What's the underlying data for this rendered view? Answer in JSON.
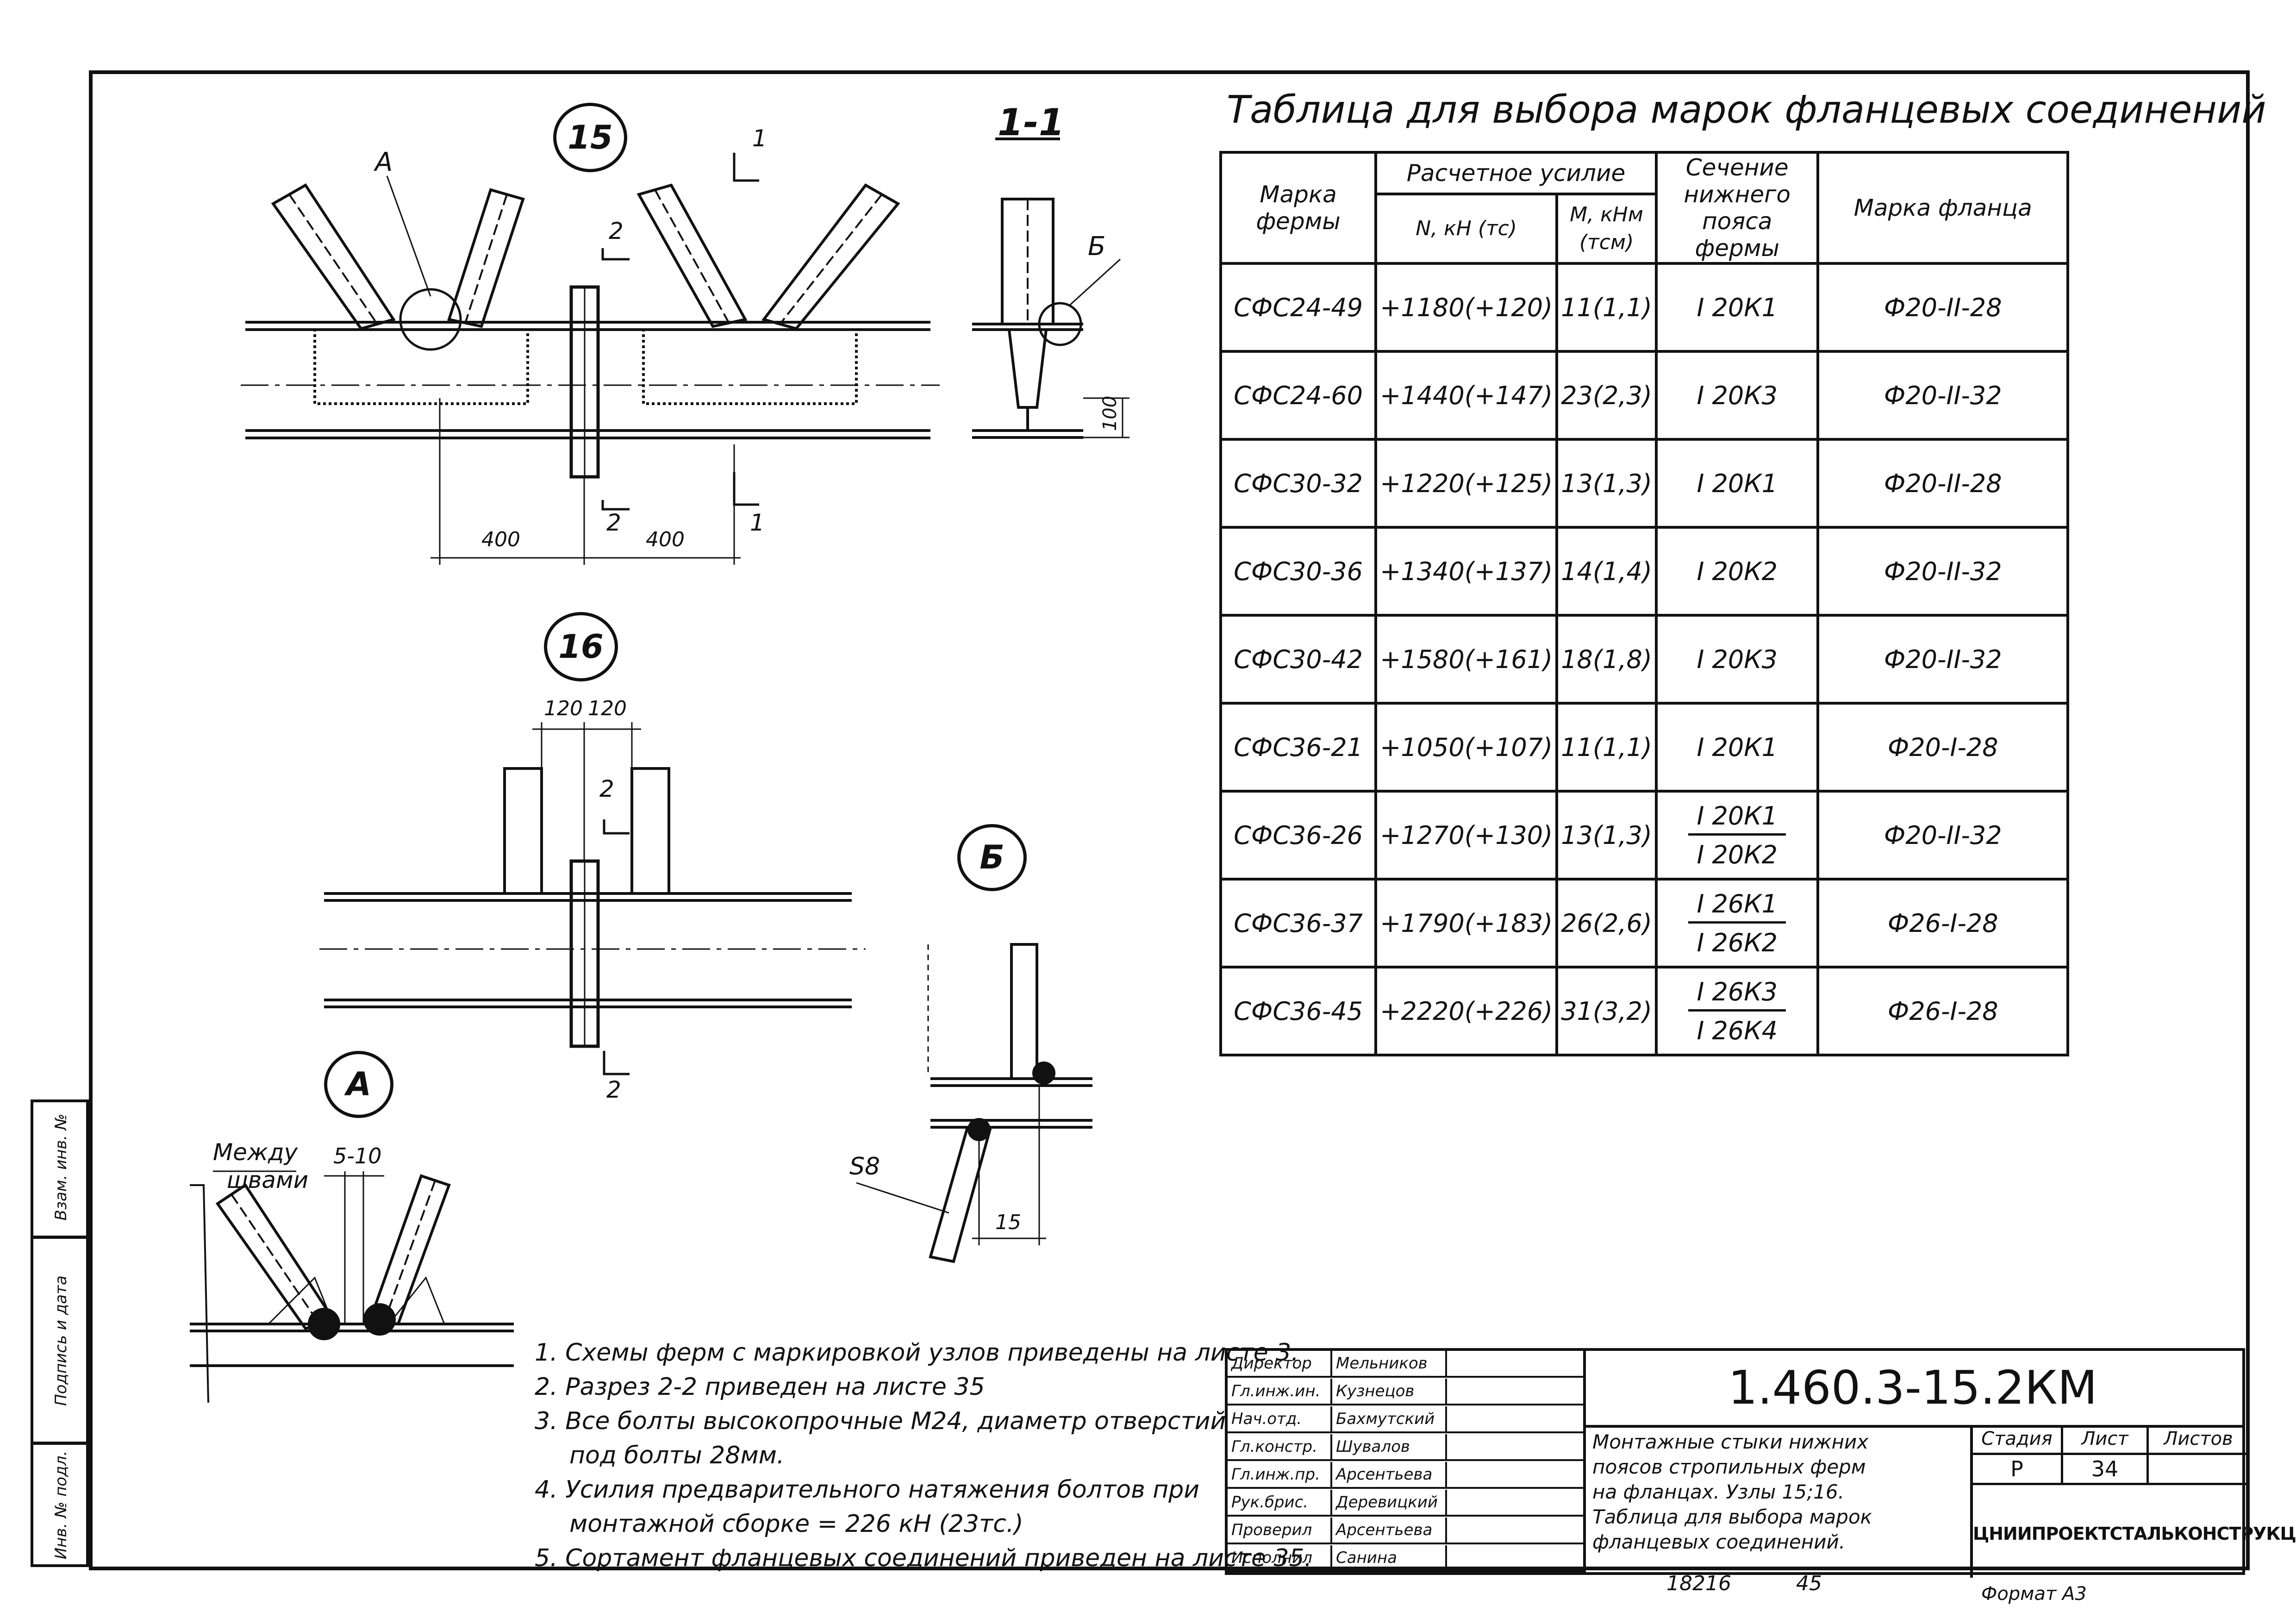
{
  "table": {
    "title": "Таблица для выбора марок фланцевых соединений",
    "headers": {
      "truss_mark": "Марка фермы",
      "design_force": "Расчетное усилие",
      "n_force": "N, кН (тс)",
      "moment": "М, кНм (тсм)",
      "section": "Сечение нижнего пояса фермы",
      "flange_mark": "Марка фланца"
    },
    "rows": [
      {
        "mark": "СФС24-49",
        "n": "+1180(+120)",
        "m": "11(1,1)",
        "sec_top": "I 20К1",
        "sec_bot": "",
        "flange": "Ф20-II-28"
      },
      {
        "mark": "СФС24-60",
        "n": "+1440(+147)",
        "m": "23(2,3)",
        "sec_top": "I 20К3",
        "sec_bot": "",
        "flange": "Ф20-II-32"
      },
      {
        "mark": "СФС30-32",
        "n": "+1220(+125)",
        "m": "13(1,3)",
        "sec_top": "I 20К1",
        "sec_bot": "",
        "flange": "Ф20-II-28"
      },
      {
        "mark": "СФС30-36",
        "n": "+1340(+137)",
        "m": "14(1,4)",
        "sec_top": "I 20К2",
        "sec_bot": "",
        "flange": "Ф20-II-32"
      },
      {
        "mark": "СФС30-42",
        "n": "+1580(+161)",
        "m": "18(1,8)",
        "sec_top": "I 20К3",
        "sec_bot": "",
        "flange": "Ф20-II-32"
      },
      {
        "mark": "СФС36-21",
        "n": "+1050(+107)",
        "m": "11(1,1)",
        "sec_top": "I 20К1",
        "sec_bot": "",
        "flange": "Ф20-I-28"
      },
      {
        "mark": "СФС36-26",
        "n": "+1270(+130)",
        "m": "13(1,3)",
        "sec_top": "I 20К1",
        "sec_bot": "I 20К2",
        "flange": "Ф20-II-32"
      },
      {
        "mark": "СФС36-37",
        "n": "+1790(+183)",
        "m": "26(2,6)",
        "sec_top": "I 26К1",
        "sec_bot": "I 26К2",
        "flange": "Ф26-I-28"
      },
      {
        "mark": "СФС36-45",
        "n": "+2220(+226)",
        "m": "31(3,2)",
        "sec_top": "I 26К3",
        "sec_bot": "I 26К4",
        "flange": "Ф26-I-28"
      }
    ]
  },
  "drawings": {
    "node15": "15",
    "node16": "16",
    "section11": "1-1",
    "callout_a": "А",
    "callout_b": "Б",
    "cut1": "1",
    "cut2": "2",
    "dim400": "400",
    "dim120": "120",
    "dim100": "100",
    "dim15": "15",
    "dim510": "5-10",
    "label_s8": "S8",
    "label_between": "Между",
    "label_welds": "швами"
  },
  "notes": [
    "1. Схемы ферм с маркировкой узлов приведены на листе 3.",
    "2. Разрез 2-2 приведен на листе 35",
    "3. Все болты высокопрочные М24, диаметр отверстий",
    "под болты 28мм.",
    "4. Усилия предварительного натяжения болтов при",
    "монтажной сборке = 226 кН (23тс.)",
    "5. Сортамент фланцевых соединений приведен на листе 35."
  ],
  "side_stamp": {
    "inv_orig": "Инв. № подл.",
    "sign_date": "Подпись и дата",
    "inv_repl": "Взам. инв. №"
  },
  "title_block": {
    "code": "1.460.3-15.2КМ",
    "description_lines": [
      "Монтажные стыки нижних",
      "поясов стропильных ферм",
      "на фланцах. Узлы 15;16.",
      "Таблица для выбора марок",
      "фланцевых соединений."
    ],
    "stage_label": "Стадия",
    "sheet_label": "Лист",
    "sheets_label": "Листов",
    "stage": "Р",
    "sheet": "34",
    "org": "ЦНИИПРОЕКТСТАЛЬКОНСТРУКЦИЯ",
    "people": [
      {
        "role": "Директор",
        "name": "Мельников"
      },
      {
        "role": "Гл.инж.ин.",
        "name": "Кузнецов"
      },
      {
        "role": "Нач.отд.",
        "name": "Бахмутский"
      },
      {
        "role": "Гл.констр.",
        "name": "Шувалов"
      },
      {
        "role": "Гл.инж.пр.",
        "name": "Арсентьева"
      },
      {
        "role": "Рук.брис.",
        "name": "Деревицкий"
      },
      {
        "role": "Проверил",
        "name": "Арсентьева"
      },
      {
        "role": "Исполнил",
        "name": "Санина"
      }
    ]
  },
  "footer": {
    "inv_number": "18216",
    "extra": "45",
    "format": "Формат А3"
  }
}
